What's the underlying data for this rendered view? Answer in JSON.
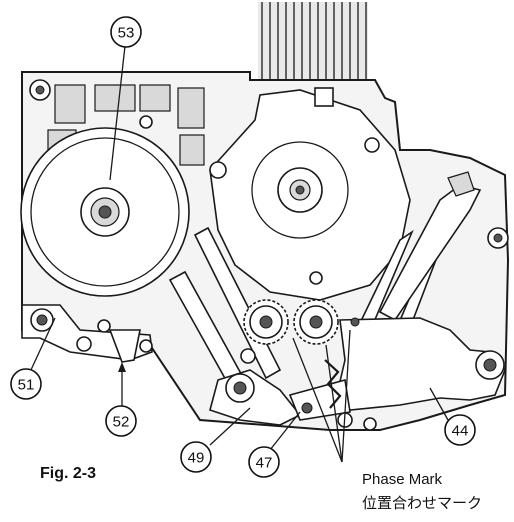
{
  "figure_label": "Fig. 2-3",
  "callouts": [
    {
      "id": "53",
      "label": "53"
    },
    {
      "id": "51",
      "label": "51"
    },
    {
      "id": "52",
      "label": "52"
    },
    {
      "id": "49",
      "label": "49"
    },
    {
      "id": "47",
      "label": "47"
    },
    {
      "id": "44",
      "label": "44"
    }
  ],
  "phase_mark": {
    "label_en": "Phase Mark",
    "label_jp": "位置合わせマーク"
  }
}
